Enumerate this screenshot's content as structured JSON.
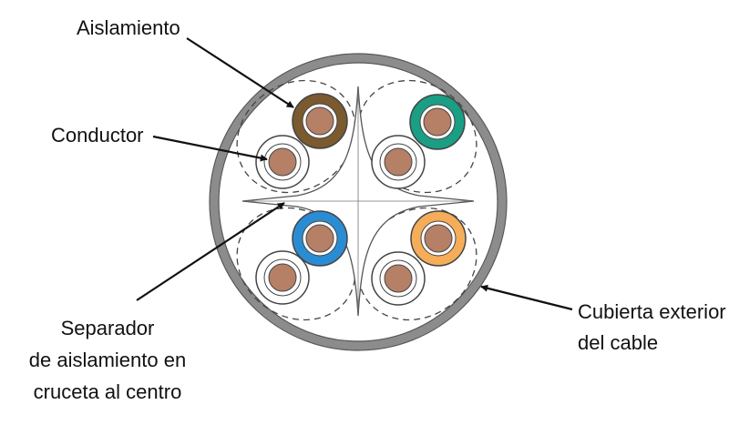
{
  "labels": {
    "aislamiento": "Aislamiento",
    "conductor": "Conductor",
    "separador": [
      "Separador",
      "de aislamiento en",
      "cruceta al centro"
    ],
    "cubierta": [
      "Cubierta exterior",
      "del cable"
    ]
  },
  "colors": {
    "jacket": "#8c8c8c",
    "copper": "#b58066",
    "pair_brown": "#7a5a2e",
    "pair_green": "#1a9e84",
    "pair_blue": "#2a8dd4",
    "pair_orange": "#f5ad5a",
    "white_insulation": "#ffffff",
    "outline": "#444444",
    "separator": "#ffffff"
  }
}
